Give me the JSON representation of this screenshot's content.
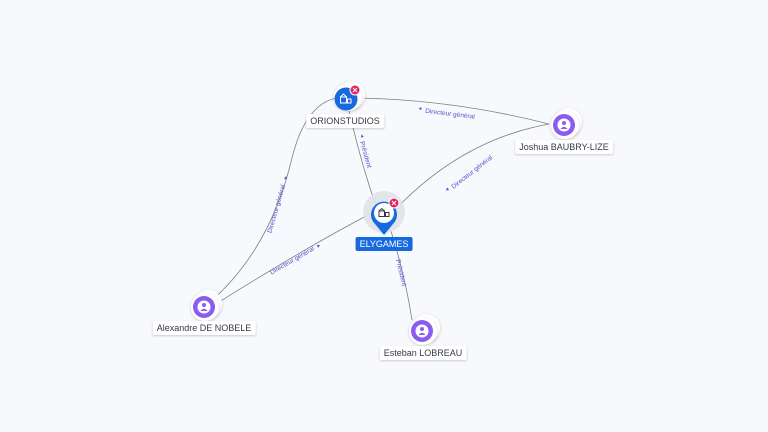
{
  "colors": {
    "background": "#f8f9fc",
    "edge": "#7a7f88",
    "edge_label": "#5a4fcf",
    "company": "#1769e0",
    "person": "#8a5cf0",
    "closed_badge": "#e0245e"
  },
  "nodes": {
    "orionstudios": {
      "label": "ORIONSTUDIOS",
      "type": "company",
      "icon": "company-icon",
      "badge": "closed-badge"
    },
    "elygames": {
      "label": "ELYGAMES",
      "type": "company",
      "icon": "company-icon",
      "badge": "closed-badge",
      "focus": true
    },
    "joshua": {
      "label": "Joshua BAUBRY-LIZE",
      "type": "person",
      "icon": "person-icon"
    },
    "alexandre": {
      "label": "Alexandre DE NOBELE",
      "type": "person",
      "icon": "person-icon"
    },
    "esteban": {
      "label": "Esteban LOBREAU",
      "type": "person",
      "icon": "person-icon"
    }
  },
  "edges": {
    "joshua_orion": {
      "label": "Directeur général",
      "from": "joshua",
      "to": "orionstudios"
    },
    "joshua_ely": {
      "label": "Directeur général",
      "from": "joshua",
      "to": "elygames"
    },
    "orion_ely": {
      "label": "Président",
      "from": "orionstudios",
      "to": "elygames"
    },
    "alex_orion": {
      "label": "Directeur général",
      "from": "alexandre",
      "to": "orionstudios"
    },
    "alex_ely": {
      "label": "Directeur général",
      "from": "alexandre",
      "to": "elygames"
    },
    "ely_esteban": {
      "label": "Président",
      "from": "elygames",
      "to": "esteban"
    }
  }
}
